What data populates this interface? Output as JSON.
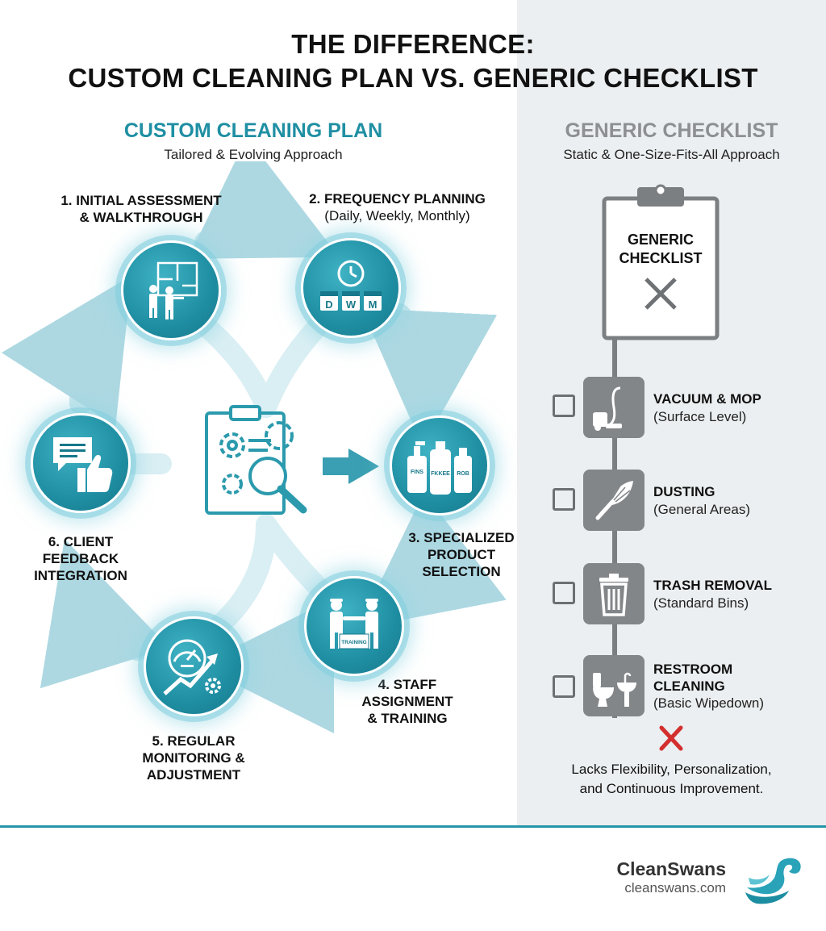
{
  "title": {
    "line1": "THE DIFFERENCE:",
    "line2": "CUSTOM CLEANING PLAN VS. GENERIC CHECKLIST"
  },
  "custom_plan": {
    "heading": "CUSTOM CLEANING PLAN",
    "subheading": "Tailored & Evolving Approach",
    "steps": [
      {
        "line1": "1. INITIAL ASSESSMENT",
        "line2": "& WALKTHROUGH",
        "icon": "walkthrough-icon"
      },
      {
        "line1": "2. FREQUENCY PLANNING",
        "line2": "(Daily, Weekly, Monthly)",
        "icon": "calendar-clock-icon"
      },
      {
        "line1": "3. SPECIALIZED",
        "line2": "PRODUCT",
        "line3": "SELECTION",
        "icon": "cleaning-products-icon"
      },
      {
        "line1": "4. STAFF",
        "line2": "ASSIGNMENT",
        "line3": "& TRAINING",
        "icon": "staff-training-icon"
      },
      {
        "line1": "5. REGULAR",
        "line2": "MONITORING &",
        "line3": "ADJUSTMENT",
        "icon": "monitoring-gauge-icon"
      },
      {
        "line1": "6. CLIENT",
        "line2": "FEEDBACK",
        "line3": "INTEGRATION",
        "icon": "feedback-thumbs-up-icon"
      }
    ],
    "icon_text": {
      "calendar": [
        "D",
        "W",
        "M"
      ],
      "products": [
        "FINS",
        "FKKEE",
        "ROB"
      ],
      "training_board": "TRAINING"
    },
    "center_icon": "clipboard-gears-magnifier-icon"
  },
  "generic": {
    "heading": "GENERIC CHECKLIST",
    "subheading": "Static & One-Size-Fits-All Approach",
    "clipboard_line1": "GENERIC",
    "clipboard_line2": "CHECKLIST",
    "items": [
      {
        "title": "VACUUM & MOP",
        "note": "(Surface Level)",
        "icon": "vacuum-icon"
      },
      {
        "title": "DUSTING",
        "note": "(General Areas)",
        "icon": "feather-duster-icon"
      },
      {
        "title": "TRASH REMOVAL",
        "note": "(Standard Bins)",
        "icon": "trash-bin-icon"
      },
      {
        "title": "RESTROOM",
        "title2": "CLEANING",
        "note": "(Basic Wipedown)",
        "icon": "toilet-sink-icon"
      }
    ],
    "conclusion_line1": "Lacks Flexibility, Personalization,",
    "conclusion_line2": "and Continuous Improvement."
  },
  "brand": {
    "name": "CleanSwans",
    "url": "cleanswans.com",
    "logo": "swan-logo"
  },
  "colors": {
    "accent": "#1f8fa3",
    "generic_gray": "#8d8f92",
    "right_panel_bg": "#eceff1",
    "red_x": "#d32f2f"
  }
}
